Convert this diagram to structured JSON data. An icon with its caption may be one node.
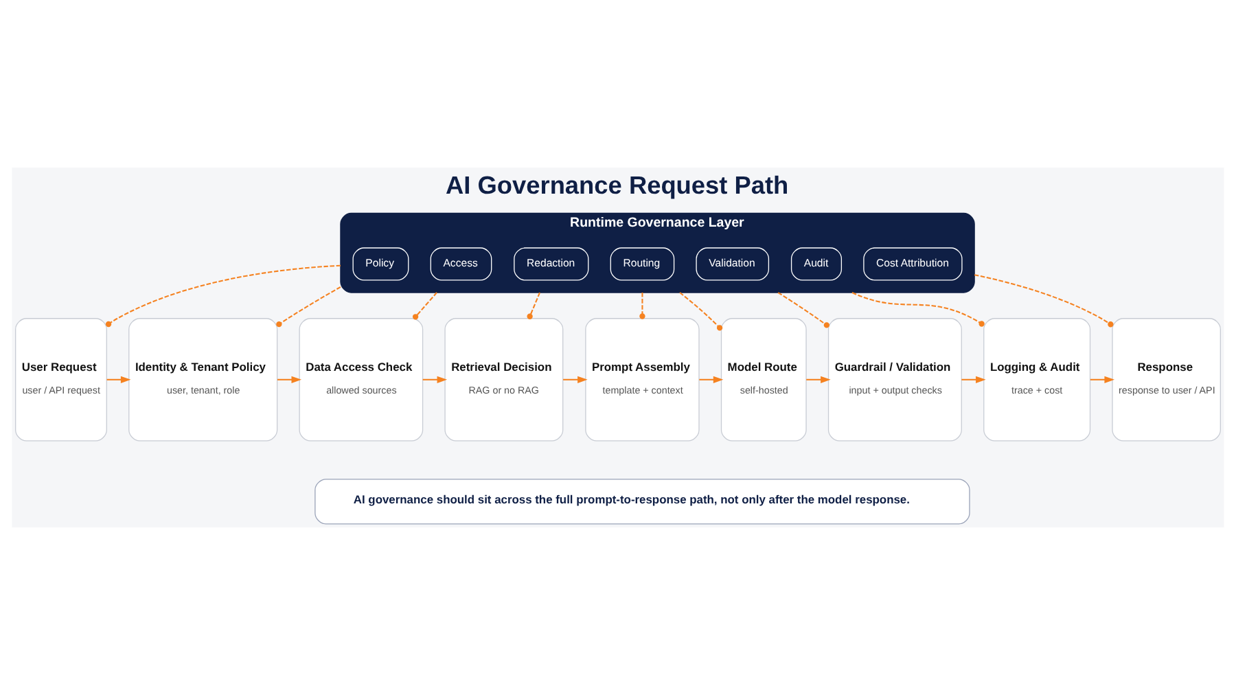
{
  "diagram": {
    "title": "AI Governance Request Path",
    "nodes": [
      {
        "text": [
          "Runtime Governance Layer"
        ]
      },
      {
        "text": [
          "Policy"
        ],
        "in": 0
      },
      {
        "text": [
          "Access"
        ],
        "in": 0
      },
      {
        "text": [
          "Redaction"
        ],
        "in": 0
      },
      {
        "text": [
          "Routing"
        ],
        "in": 0
      },
      {
        "text": [
          "Validation"
        ],
        "in": 0
      },
      {
        "text": [
          "Audit"
        ],
        "in": 0
      },
      {
        "text": [
          "Cost Attribution"
        ],
        "in": 0
      },
      {
        "text": [
          "User Request",
          "user / API request"
        ]
      },
      {
        "text": [
          "Identity & Tenant Policy",
          "user, tenant, role"
        ]
      },
      {
        "text": [
          "Data Access Check",
          "allowed sources"
        ]
      },
      {
        "text": [
          "Retrieval Decision",
          "RAG or no RAG"
        ]
      },
      {
        "text": [
          "Prompt Assembly",
          "template + context"
        ]
      },
      {
        "text": [
          "Model Route",
          "self-hosted"
        ]
      },
      {
        "text": [
          "Guardrail / Validation",
          "input + output checks"
        ]
      },
      {
        "text": [
          "Logging & Audit",
          "trace + cost"
        ]
      },
      {
        "text": [
          "Response",
          "response to user / API"
        ]
      },
      {
        "text": [
          "AI governance should sit across the full prompt-to-response path, not only after the model response."
        ]
      }
    ],
    "edges": [
      {
        "from": 0,
        "to": 8,
        "arrow": "other",
        "style": "dashed"
      },
      {
        "from": 0,
        "to": 9,
        "arrow": "other",
        "style": "dashed"
      },
      {
        "from": 0,
        "to": 10,
        "arrow": "other",
        "style": "dashed"
      },
      {
        "from": 0,
        "to": 11,
        "arrow": "other",
        "style": "dashed"
      },
      {
        "from": 0,
        "to": 12,
        "arrow": "other",
        "style": "dashed"
      },
      {
        "from": 0,
        "to": 13,
        "arrow": "other",
        "style": "dashed"
      },
      {
        "from": 0,
        "to": 14,
        "arrow": "other",
        "style": "dashed"
      },
      {
        "from": 0,
        "to": 15,
        "arrow": "other",
        "style": "dashed"
      },
      {
        "from": 0,
        "to": 16,
        "arrow": "other",
        "style": "dashed"
      },
      {
        "from": 8,
        "to": 9,
        "arrow": "to"
      },
      {
        "from": 9,
        "to": 10,
        "arrow": "to"
      },
      {
        "from": 10,
        "to": 11,
        "arrow": "to"
      },
      {
        "from": 11,
        "to": 12,
        "arrow": "to"
      },
      {
        "from": 12,
        "to": 13,
        "arrow": "to"
      },
      {
        "from": 13,
        "to": 14,
        "arrow": "to"
      },
      {
        "from": 14,
        "to": 15,
        "arrow": "to"
      },
      {
        "from": 15,
        "to": 16,
        "arrow": "to"
      }
    ]
  }
}
